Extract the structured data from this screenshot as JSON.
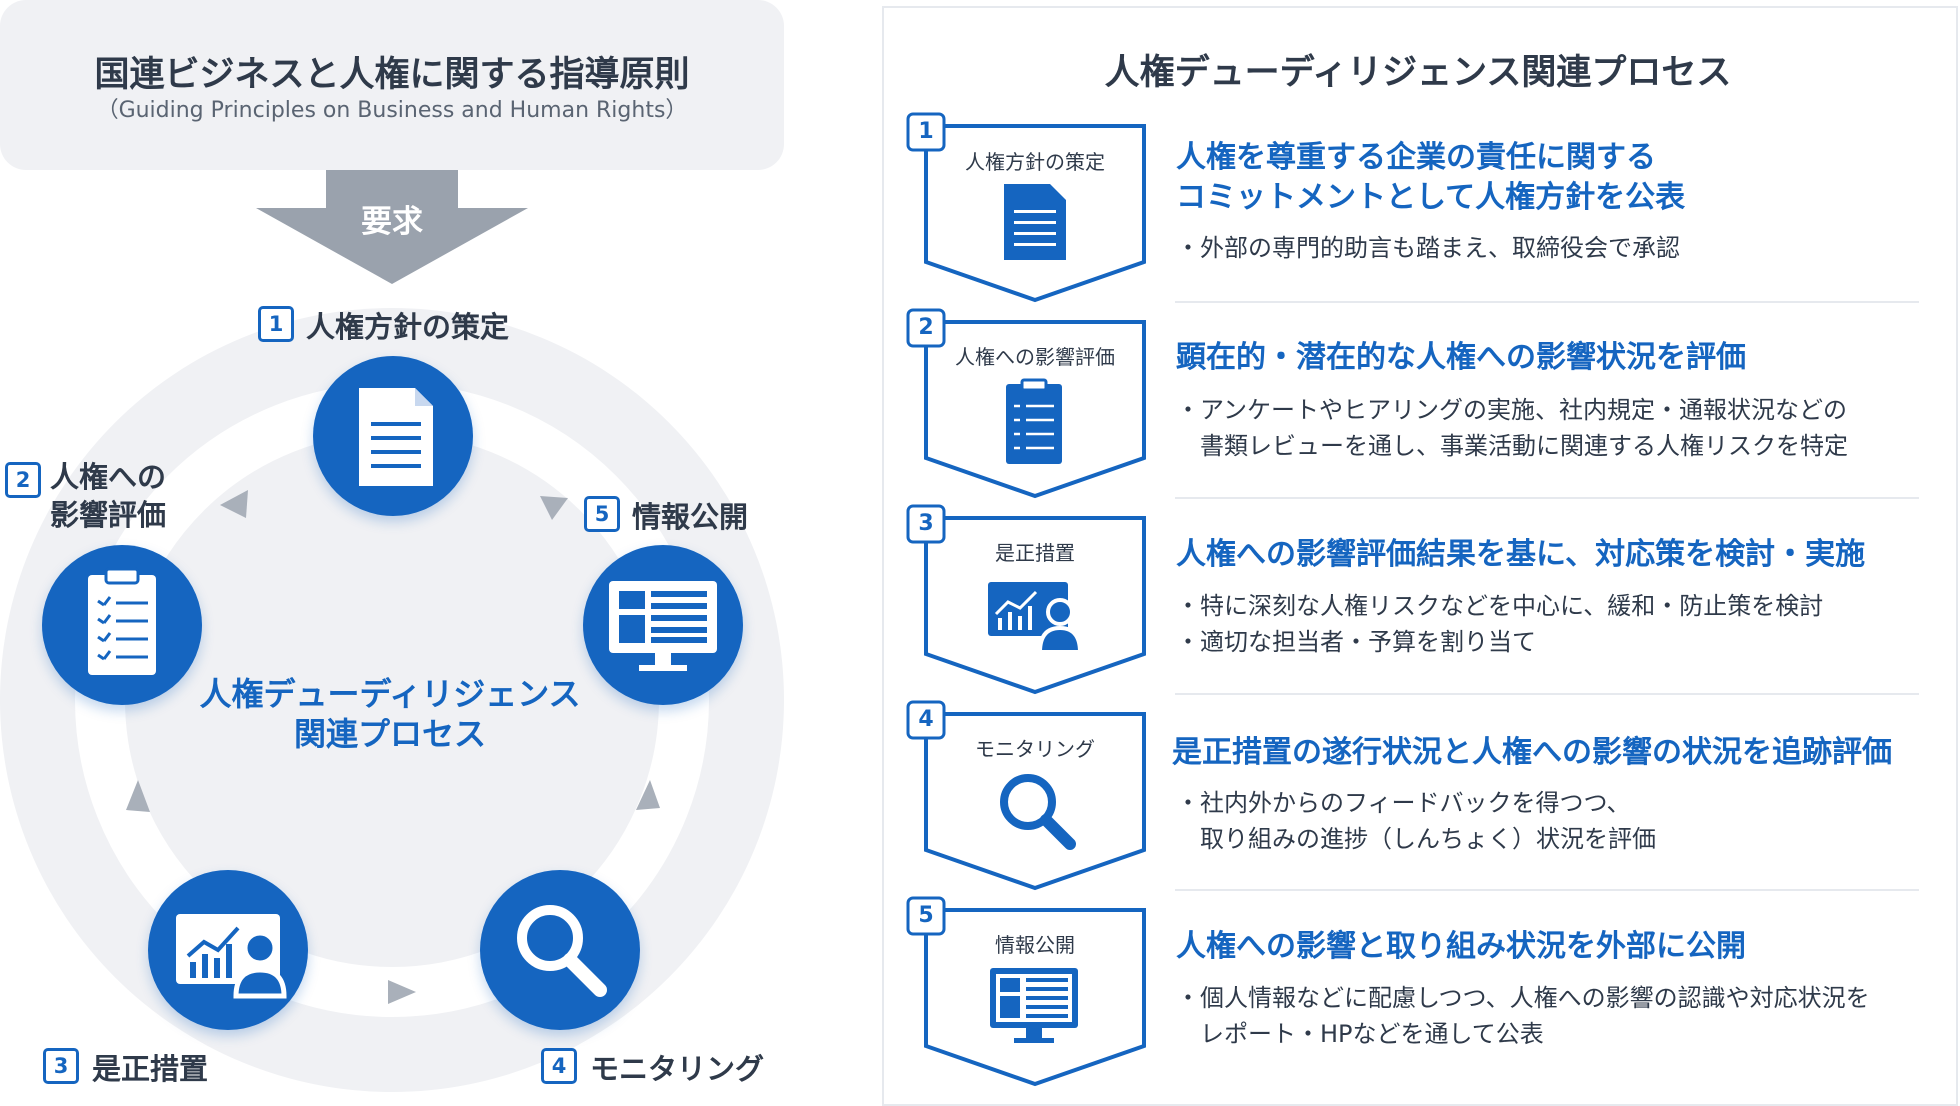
{
  "header": {
    "title": "国連ビジネスと人権に関する指導原則",
    "subtitle": "（Guiding Principles on Business and Human Rights）",
    "requirement": "要求"
  },
  "cycle": {
    "center_text": [
      "人権デューディリジェンス",
      "関連プロセス"
    ],
    "steps": [
      {
        "num": "1",
        "label": "人権方針の策定",
        "icon": "document-icon"
      },
      {
        "num": "2",
        "label_lines": [
          "人権への",
          "影響評価"
        ],
        "icon": "clipboard-icon"
      },
      {
        "num": "3",
        "label": "是正措置",
        "icon": "chart-person-icon"
      },
      {
        "num": "4",
        "label": "モニタリング",
        "icon": "magnifier-icon"
      },
      {
        "num": "5",
        "label": "情報公開",
        "icon": "monitor-icon"
      }
    ]
  },
  "process": {
    "title": "人権デューディリジェンス関連プロセス",
    "items": [
      {
        "num": "1",
        "shield_label": "人権方針の策定",
        "icon": "document-icon",
        "title_lines": [
          "人権を尊重する企業の責任に関する",
          "コミットメントとして人権方針を公表"
        ],
        "bullets": [
          "・外部の専門的助言も踏まえ、取締役会で承認"
        ]
      },
      {
        "num": "2",
        "shield_label": "人権への影響評価",
        "icon": "clipboard-icon",
        "title_lines": [
          "顕在的・潜在的な人権への影響状況を評価"
        ],
        "bullets": [
          "・アンケートやヒアリングの実施、社内規定・通報状況などの",
          "　書類レビューを通し、事業活動に関連する人権リスクを特定"
        ]
      },
      {
        "num": "3",
        "shield_label": "是正措置",
        "icon": "chart-person-icon",
        "title_lines": [
          "人権への影響評価結果を基に、対応策を検討・実施"
        ],
        "bullets": [
          "・特に深刻な人権リスクなどを中心に、緩和・防止策を検討",
          "・適切な担当者・予算を割り当て"
        ]
      },
      {
        "num": "4",
        "shield_label": "モニタリング",
        "icon": "magnifier-icon",
        "title_lines": [
          "是正措置の遂行状況と人権への影響の状況を追跡評価"
        ],
        "bullets": [
          "・社内外からのフィードバックを得つつ、",
          "　取り組みの進捗（しんちょく）状況を評価"
        ]
      },
      {
        "num": "5",
        "shield_label": "情報公開",
        "icon": "monitor-icon",
        "title_lines": [
          "人権への影響と取り組み状況を外部に公開"
        ],
        "bullets": [
          "・個人情報などに配慮しつつ、人権への影響の認識や対応状況を",
          "　レポート・HPなどを通して公表"
        ]
      }
    ]
  },
  "colors": {
    "accent": "#1565c0",
    "text": "#2f3a4a",
    "panel_bg": "#f0f1f4",
    "arrow": "#9aa2ad"
  }
}
